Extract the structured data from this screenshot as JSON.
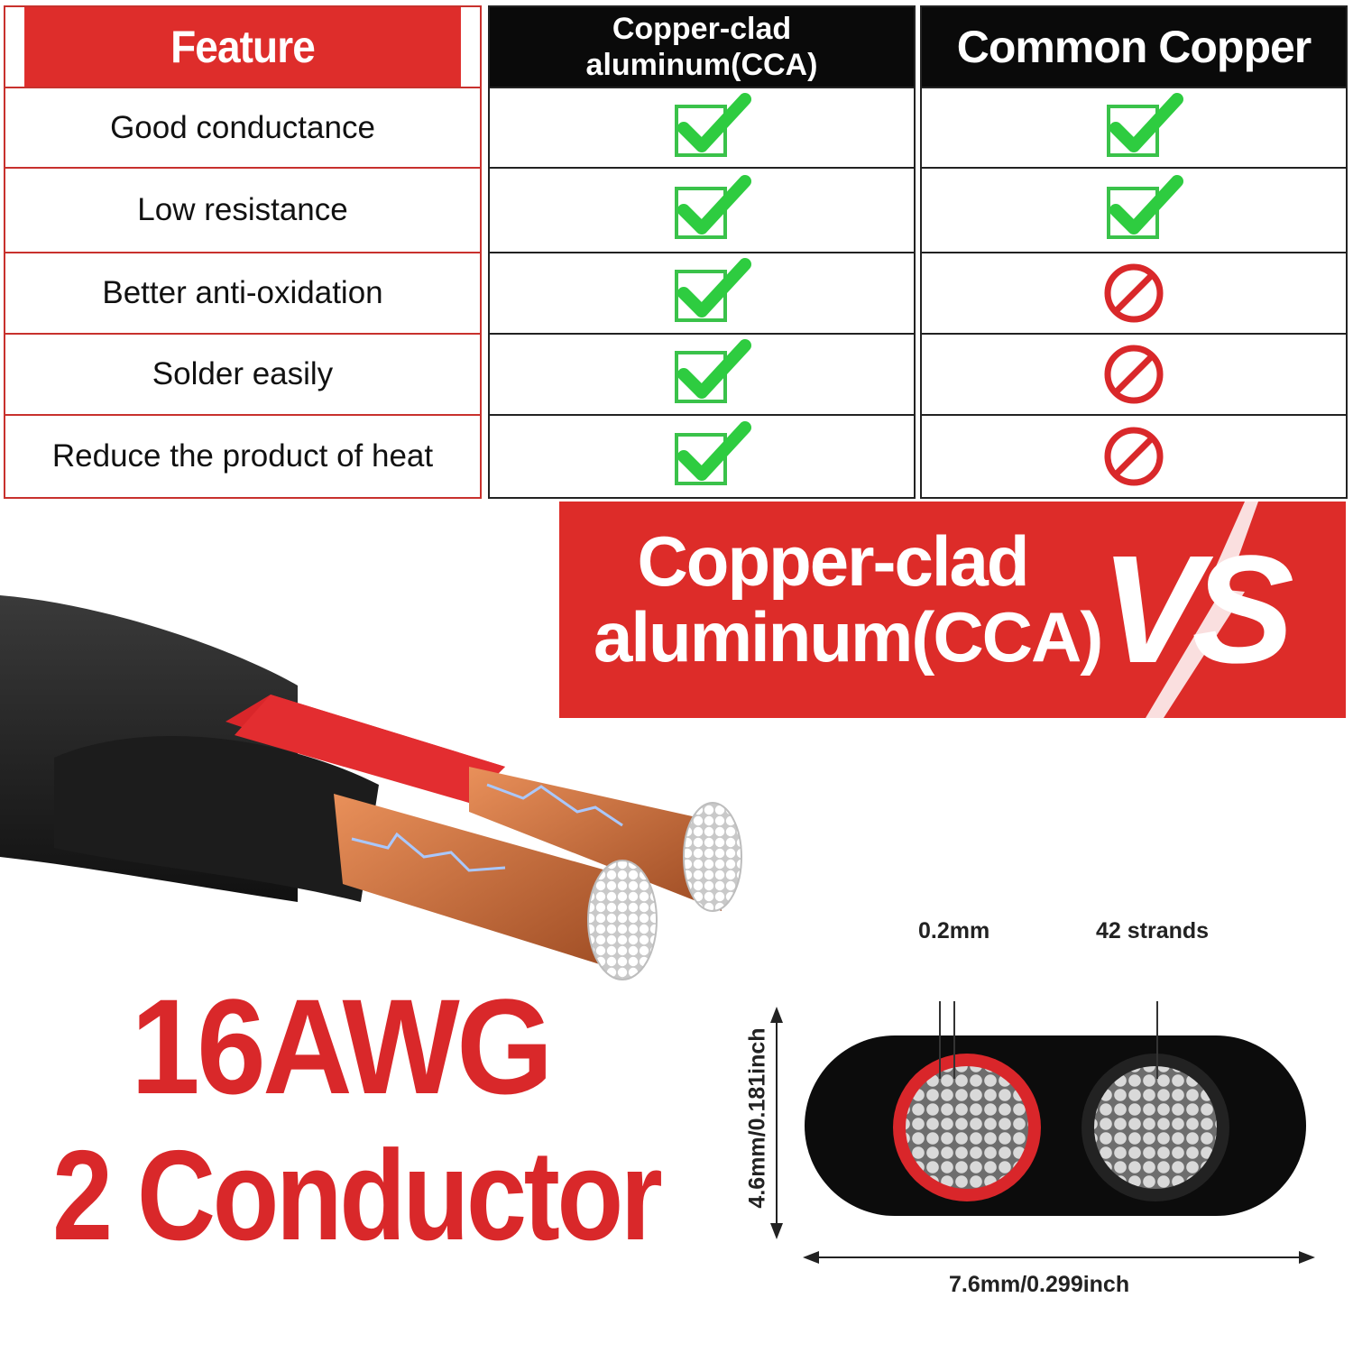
{
  "table": {
    "header": {
      "feature": "Feature",
      "cca_line1": "Copper-clad",
      "cca_line2": "aluminum(CCA)",
      "copper": "Common Copper"
    },
    "rows": [
      {
        "feature": "Good conductance",
        "cca": "check",
        "copper": "check"
      },
      {
        "feature": "Low resistance",
        "cca": "check",
        "copper": "check"
      },
      {
        "feature": "Better anti-oxidation",
        "cca": "check",
        "copper": "prohibited"
      },
      {
        "feature": "Solder easily",
        "cca": "check",
        "copper": "prohibited"
      },
      {
        "feature": "Reduce the product of heat",
        "cca": "check",
        "copper": "prohibited"
      }
    ]
  },
  "banner": {
    "line1": "Copper-clad",
    "line2": "aluminum(CCA)",
    "vs": "VS"
  },
  "product": {
    "gauge": "16AWG",
    "conductors": "2 Conductor"
  },
  "diagram": {
    "strand_diameter": "0.2mm",
    "strand_count": "42 strands",
    "height": "4.6mm/0.181inch",
    "width": "7.6mm/0.299inch"
  },
  "colors": {
    "accent_red": "#de2d2b",
    "check_green": "#2ecc40",
    "header_black": "#0a0a0a",
    "copper": "#c4703f"
  },
  "icons": {
    "yes": "green-checkmark-icon",
    "no": "red-prohibited-icon"
  }
}
